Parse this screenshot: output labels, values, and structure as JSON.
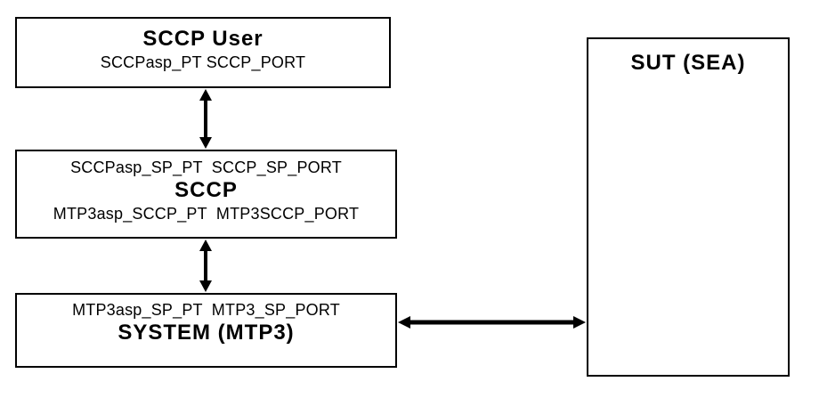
{
  "diagram": {
    "background_color": "#ffffff",
    "line_color": "#000000",
    "boxes": {
      "sccp_user": {
        "title": "SCCP User",
        "ports": "SCCPasp_PT SCCP_PORT"
      },
      "sccp": {
        "upper_ports": "SCCPasp_SP_PT  SCCP_SP_PORT",
        "title": "SCCP",
        "lower_ports": "MTP3asp_SCCP_PT  MTP3SCCP_PORT"
      },
      "system_mtp3": {
        "upper_ports": "MTP3asp_SP_PT  MTP3_SP_PORT",
        "title": "SYSTEM (MTP3)"
      },
      "sut": {
        "title": "SUT (SEA)"
      }
    },
    "connections": [
      {
        "from": "SCCP User",
        "to": "SCCP",
        "style": "double-headed-arrow",
        "orientation": "vertical"
      },
      {
        "from": "SCCP",
        "to": "SYSTEM (MTP3)",
        "style": "double-headed-arrow",
        "orientation": "vertical"
      },
      {
        "from": "SYSTEM (MTP3)",
        "to": "SUT (SEA)",
        "style": "double-headed-arrow",
        "orientation": "horizontal"
      }
    ]
  }
}
